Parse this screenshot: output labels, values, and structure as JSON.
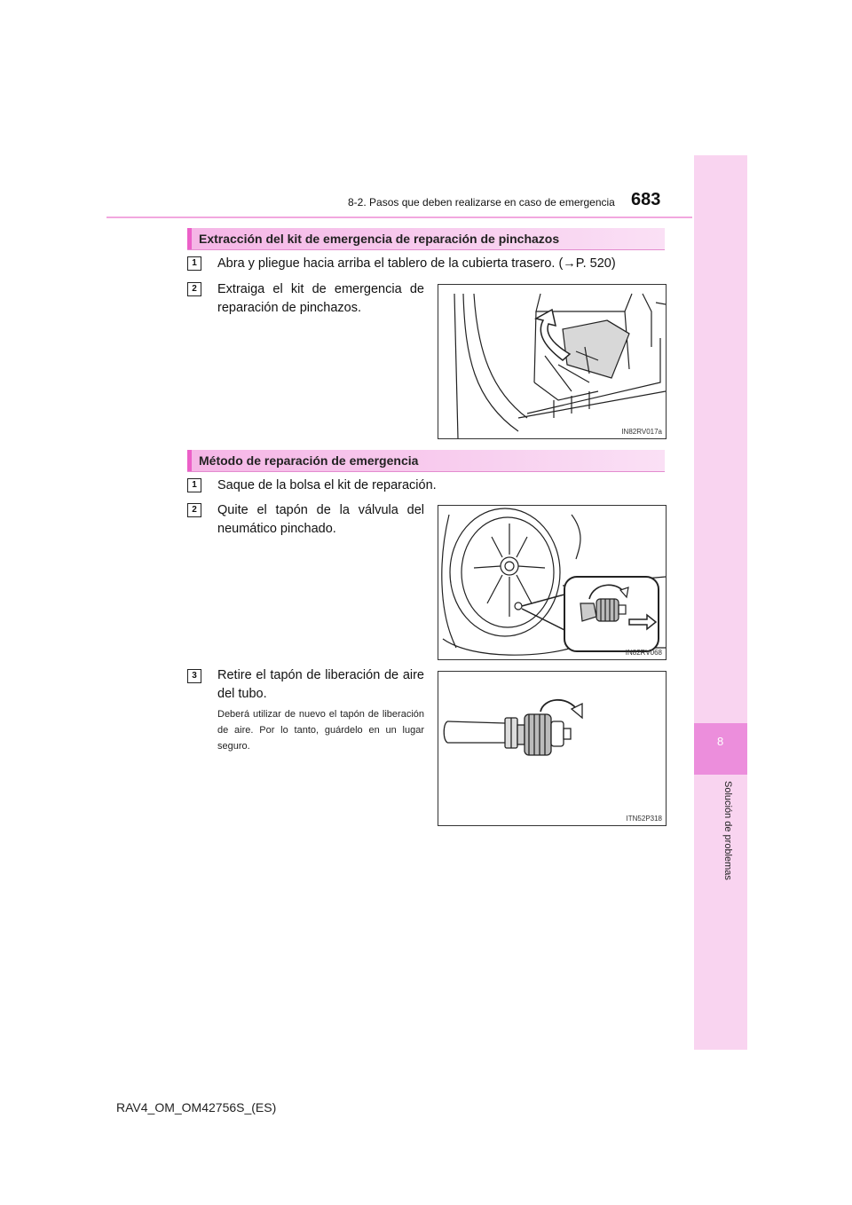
{
  "header": {
    "section_title": "8-2. Pasos que deben realizarse en caso de emergencia",
    "page_number": "683"
  },
  "side_tab": {
    "chapter_number": "8",
    "chapter_title": "Solución de problemas"
  },
  "section1": {
    "title": "Extracción del kit de emergencia de reparación de pinchazos",
    "steps": [
      {
        "number": "1",
        "text": "Abra y pliegue hacia arriba el tablero de la cubierta trasero. (→P. 520)"
      },
      {
        "number": "2",
        "text": "Extraiga el kit de emergencia de reparación de pinchazos."
      }
    ],
    "figure_code": "IN82RV017a"
  },
  "section2": {
    "title": "Método de reparación de emergencia",
    "steps": [
      {
        "number": "1",
        "text": "Saque de la bolsa el kit de reparación."
      },
      {
        "number": "2",
        "text": "Quite el tapón de la válvula del neumático pinchado."
      },
      {
        "number": "3",
        "text": "Retire el tapón de liberación de aire del tubo.",
        "note": "Deberá utilizar de nuevo el tapón de liberación de aire. Por lo tanto, guárdelo en un lugar seguro."
      }
    ],
    "figure_codes": [
      "IN82RV068",
      "ITN52P318"
    ]
  },
  "footer": {
    "doc_code": "RAV4_OM_OM42756S_(ES)"
  },
  "colors": {
    "accent_pink": "#ec60c8",
    "tab_light": "#f9d4f0",
    "tab_dark": "#ec8edc"
  },
  "icons": [
    "luggage-figure-icon",
    "wheel-valve-figure-icon",
    "hose-cap-figure-icon"
  ]
}
